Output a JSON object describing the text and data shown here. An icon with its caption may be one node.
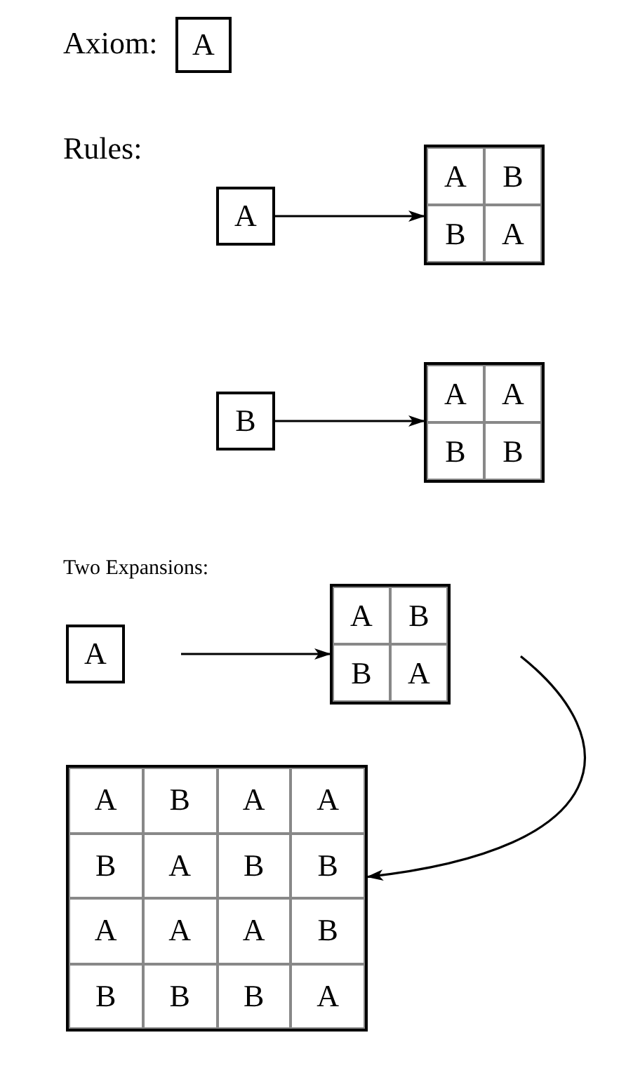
{
  "diagram": {
    "nodes": [
      {
        "text": [
          "A"
        ]
      },
      {
        "text": [
          "A"
        ]
      },
      {
        "text": [
          "A",
          "B",
          "B",
          "A"
        ]
      },
      {
        "text": [
          "B"
        ]
      },
      {
        "text": [
          "A",
          "A",
          "B",
          "B"
        ]
      },
      {
        "text": [
          "A"
        ]
      },
      {
        "text": [
          "A",
          "B",
          "B",
          "A"
        ]
      },
      {
        "text": [
          "A",
          "B",
          "A",
          "A",
          "B",
          "A",
          "B",
          "B",
          "A",
          "A",
          "A",
          "B",
          "B",
          "B",
          "B",
          "A"
        ]
      }
    ],
    "edges": [
      {
        "from": 1,
        "to": 2,
        "arrow": "to"
      },
      {
        "from": 3,
        "to": 4,
        "arrow": "to"
      },
      {
        "from": 5,
        "to": 6,
        "arrow": "to"
      },
      {
        "from": 6,
        "to": 7,
        "arrow": "to"
      }
    ],
    "labels": [
      "Axiom:",
      "Rules:",
      "Two Expansions:"
    ]
  }
}
